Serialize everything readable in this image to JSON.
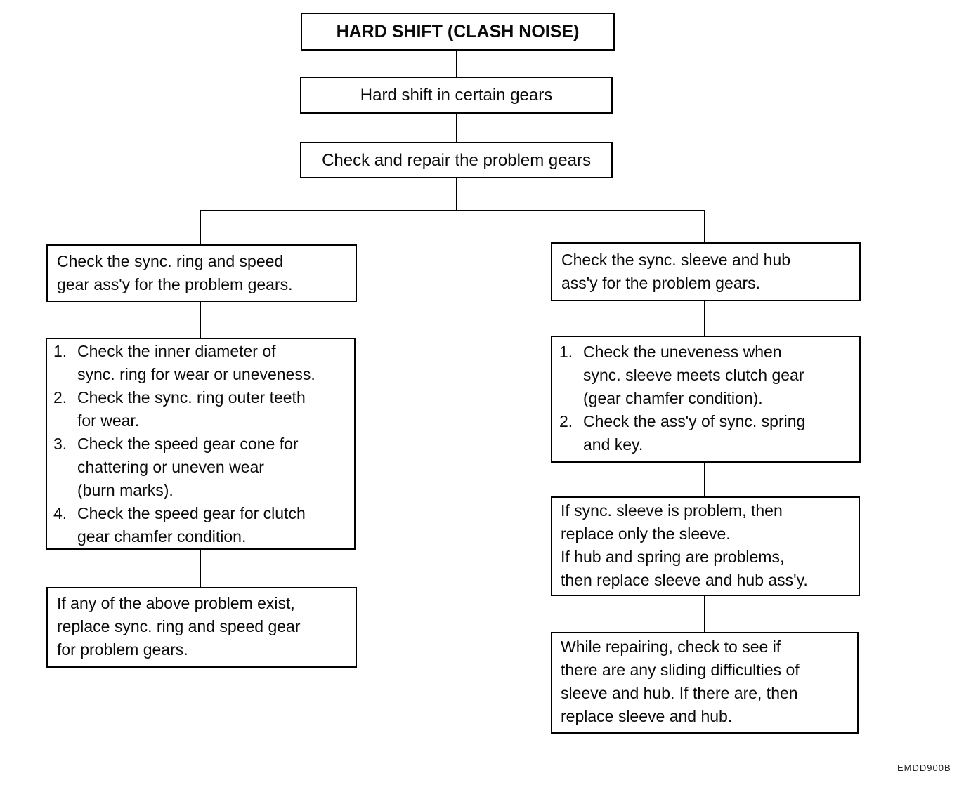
{
  "figure": {
    "code": "EMDD900B"
  },
  "flow": {
    "title": "HARD SHIFT (CLASH NOISE)",
    "symptom": "Hard shift in certain gears",
    "action": "Check and repair the problem gears",
    "left": {
      "check": "Check the sync. ring and speed\ngear ass'y for the problem gears.",
      "steps": [
        {
          "num": "1.",
          "text": "Check the inner diameter of\nsync. ring for wear or uneveness."
        },
        {
          "num": "2.",
          "text": "Check the sync. ring outer teeth\nfor wear."
        },
        {
          "num": "3.",
          "text": "Check the speed gear cone for\nchattering or uneven wear\n(burn marks)."
        },
        {
          "num": "4.",
          "text": "Check the speed gear for clutch\ngear chamfer condition."
        }
      ],
      "result": "If any of the above problem exist,\nreplace sync. ring and speed gear\nfor problem gears."
    },
    "right": {
      "check": "Check the sync. sleeve and hub\nass'y for the problem gears.",
      "steps": [
        {
          "num": "1.",
          "text": "Check the uneveness when\nsync. sleeve meets clutch gear\n(gear chamfer condition)."
        },
        {
          "num": "2.",
          "text": "Check the ass'y of sync. spring\nand key."
        }
      ],
      "result": "If sync. sleeve is problem, then\nreplace only the sleeve.\nIf hub and spring are problems,\nthen replace sleeve and hub ass'y.",
      "note": "While repairing, check to see if\nthere are any sliding difficulties of\nsleeve and hub. If there are, then\nreplace sleeve and hub."
    }
  },
  "colors": {
    "background": "#ffffff",
    "line": "#000000",
    "text": "#0a0a0a"
  }
}
